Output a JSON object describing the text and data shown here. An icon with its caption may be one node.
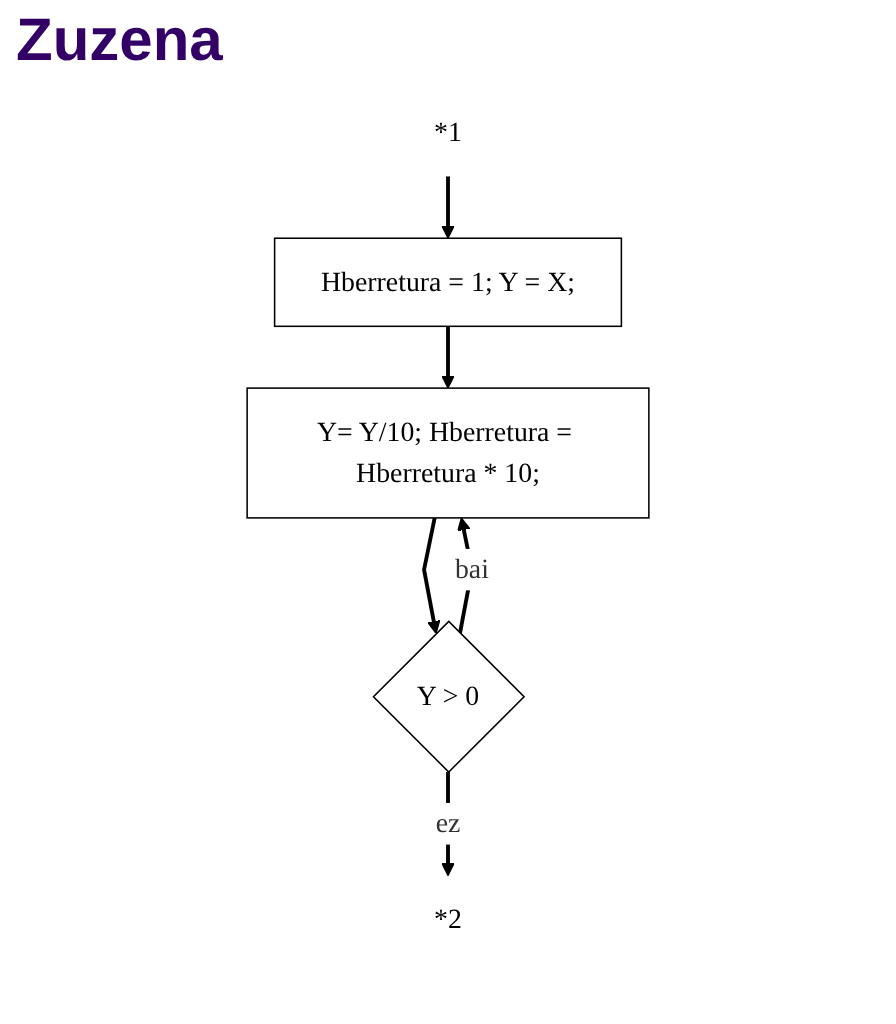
{
  "diagram": {
    "title": "Zuzena",
    "nodes": [
      {
        "text": [
          "*1"
        ]
      },
      {
        "text": [
          "Hberretura = 1; Y = X;"
        ]
      },
      {
        "text": [
          "Y= Y/10; Hberretura = Hberretura * 10;"
        ]
      },
      {
        "text": [
          "Y > 0"
        ]
      },
      {
        "text": [
          "*2"
        ]
      }
    ],
    "edges": [
      {
        "from": 0,
        "to": 1,
        "arrow": "to"
      },
      {
        "from": 1,
        "to": 2,
        "arrow": "to"
      },
      {
        "from": 2,
        "to": 3,
        "arrow": "to"
      },
      {
        "from": 3,
        "to": 2,
        "label": "bai",
        "arrow": "to"
      },
      {
        "from": 3,
        "to": 4,
        "label": "ez",
        "arrow": "to"
      }
    ]
  }
}
